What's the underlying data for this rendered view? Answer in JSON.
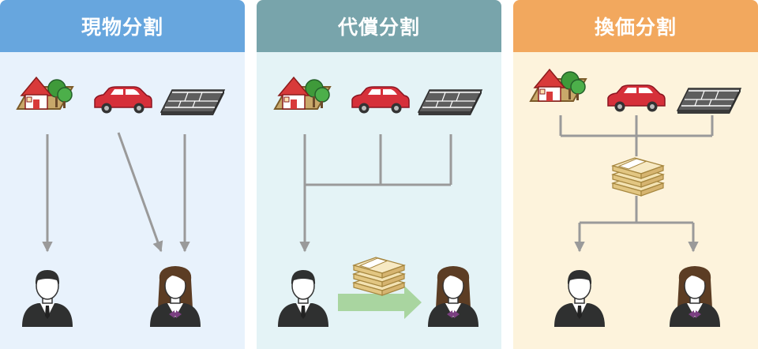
{
  "panels": [
    {
      "title": "現物分割",
      "header_color": "#67a6de",
      "bg_color": "#e8f2fc"
    },
    {
      "title": "代償分割",
      "header_color": "#78a4ab",
      "bg_color": "#e4f3f6"
    },
    {
      "title": "換価分割",
      "header_color": "#f2a85e",
      "bg_color": "#fdf3dc"
    }
  ],
  "icons": [
    "house-land-icon",
    "car-icon",
    "parking-lot-icon",
    "money-bundle-icon",
    "man-heir-icon",
    "woman-heir-icon"
  ],
  "connector_color": "#9a9a9a",
  "payment_arrow_color": "#a9d5a0"
}
